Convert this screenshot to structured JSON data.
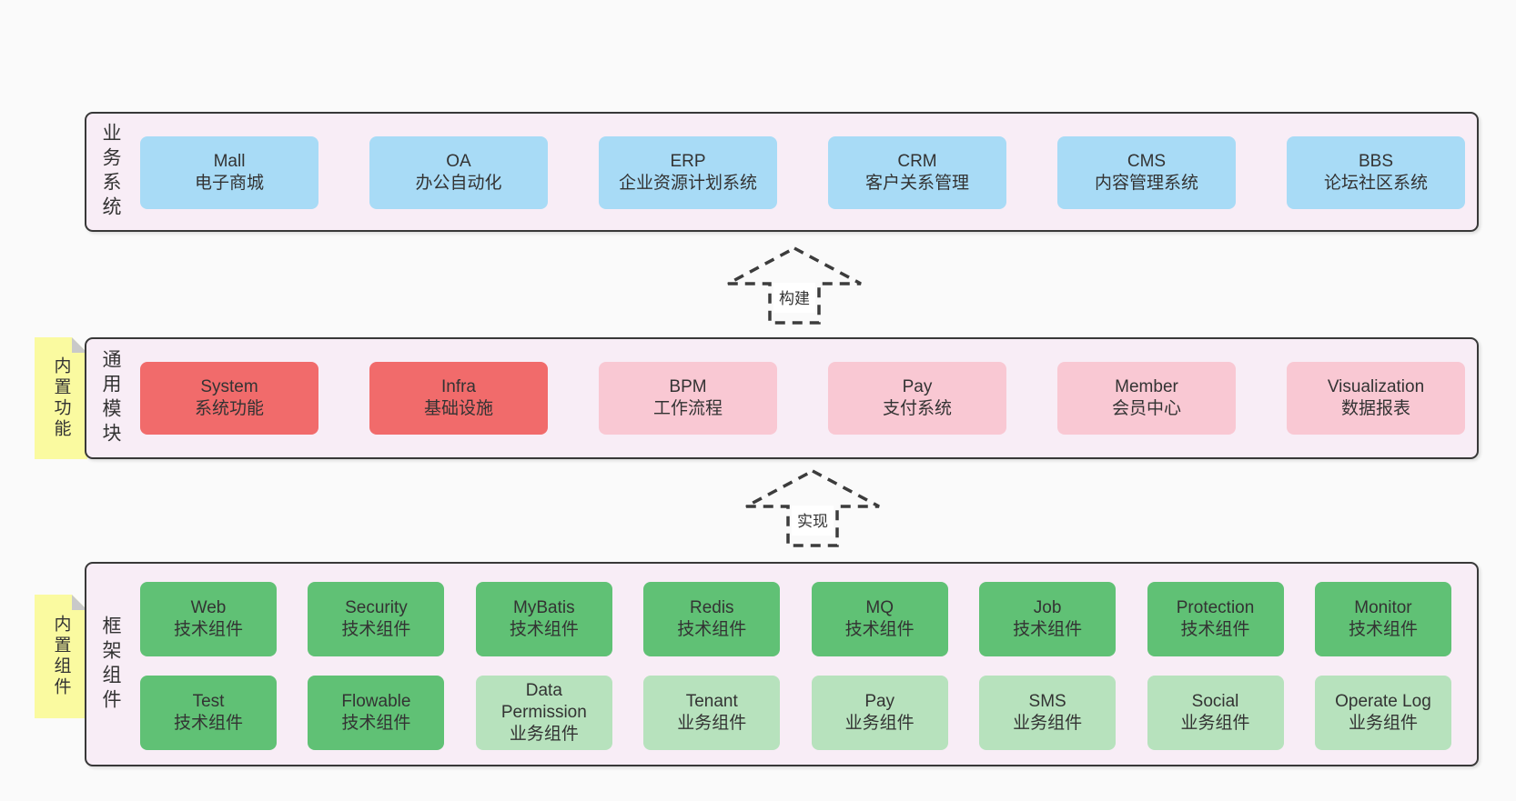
{
  "canvas": {
    "background": "#fafafa"
  },
  "colors": {
    "business_system": "#a8dbf6",
    "core_module": "#f16b6b",
    "common_module": "#f9c8d3",
    "tech_component": "#60c175",
    "biz_component": "#b7e2bd",
    "layer_background": "#f8edf6",
    "note_background": "#fafaa0",
    "note_fold": "#c9c9c9",
    "border": "#383838",
    "text": "#333333"
  },
  "layers": [
    {
      "name": "business-systems",
      "label": "业务系统",
      "note": null,
      "rows": [
        {
          "items": [
            {
              "title": "Mall",
              "subtitle": "电子商城",
              "type": "business_system"
            },
            {
              "title": "OA",
              "subtitle": "办公自动化",
              "type": "business_system"
            },
            {
              "title": "ERP",
              "subtitle": "企业资源计划系统",
              "type": "business_system"
            },
            {
              "title": "CRM",
              "subtitle": "客户关系管理",
              "type": "business_system"
            },
            {
              "title": "CMS",
              "subtitle": "内容管理系统",
              "type": "business_system"
            },
            {
              "title": "BBS",
              "subtitle": "论坛社区系统",
              "type": "business_system"
            }
          ]
        }
      ]
    },
    {
      "name": "common-modules",
      "label": "通用模块",
      "note": "内置功能",
      "rows": [
        {
          "items": [
            {
              "title": "System",
              "subtitle": "系统功能",
              "type": "core_module"
            },
            {
              "title": "Infra",
              "subtitle": "基础设施",
              "type": "core_module"
            },
            {
              "title": "BPM",
              "subtitle": "工作流程",
              "type": "common_module"
            },
            {
              "title": "Pay",
              "subtitle": "支付系统",
              "type": "common_module"
            },
            {
              "title": "Member",
              "subtitle": "会员中心",
              "type": "common_module"
            },
            {
              "title": "Visualization",
              "subtitle": "数据报表",
              "type": "common_module"
            }
          ]
        }
      ]
    },
    {
      "name": "framework-components",
      "label": "框架组件",
      "note": "内置组件",
      "rows": [
        {
          "items": [
            {
              "title": "Web",
              "subtitle": "技术组件",
              "type": "tech_component"
            },
            {
              "title": "Security",
              "subtitle": "技术组件",
              "type": "tech_component"
            },
            {
              "title": "MyBatis",
              "subtitle": "技术组件",
              "type": "tech_component"
            },
            {
              "title": "Redis",
              "subtitle": "技术组件",
              "type": "tech_component"
            },
            {
              "title": "MQ",
              "subtitle": "技术组件",
              "type": "tech_component"
            },
            {
              "title": "Job",
              "subtitle": "技术组件",
              "type": "tech_component"
            },
            {
              "title": "Protection",
              "subtitle": "技术组件",
              "type": "tech_component"
            },
            {
              "title": "Monitor",
              "subtitle": "技术组件",
              "type": "tech_component"
            }
          ]
        },
        {
          "items": [
            {
              "title": "Test",
              "subtitle": "技术组件",
              "type": "tech_component"
            },
            {
              "title": "Flowable",
              "subtitle": "技术组件",
              "type": "tech_component"
            },
            {
              "title": "Data Permission",
              "subtitle": "业务组件",
              "type": "biz_component"
            },
            {
              "title": "Tenant",
              "subtitle": "业务组件",
              "type": "biz_component"
            },
            {
              "title": "Pay",
              "subtitle": "业务组件",
              "type": "biz_component"
            },
            {
              "title": "SMS",
              "subtitle": "业务组件",
              "type": "biz_component"
            },
            {
              "title": "Social",
              "subtitle": "业务组件",
              "type": "biz_component"
            },
            {
              "title": "Operate Log",
              "subtitle": "业务组件",
              "type": "biz_component"
            }
          ]
        }
      ]
    }
  ],
  "arrows": [
    {
      "label": "构建"
    },
    {
      "label": "实现"
    }
  ]
}
